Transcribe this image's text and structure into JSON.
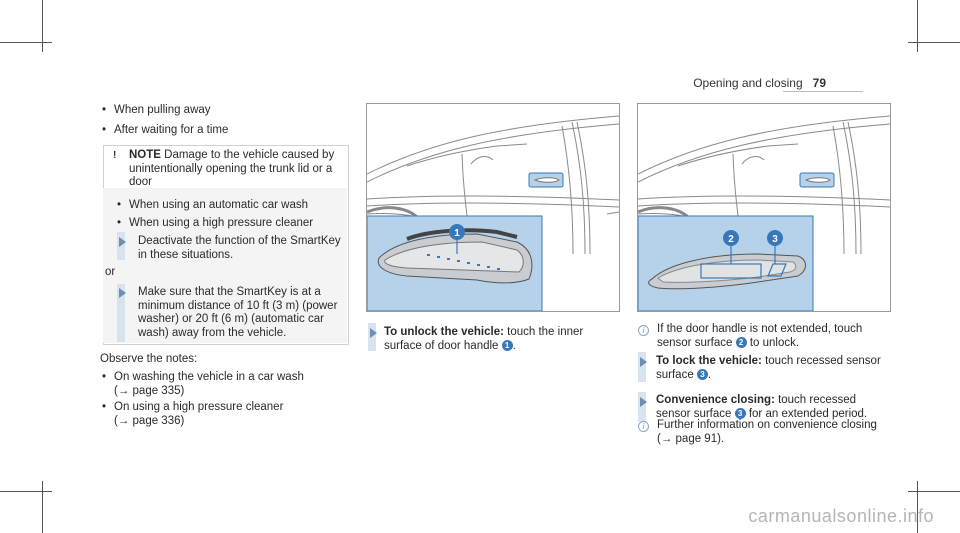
{
  "header": {
    "section": "Opening and closing",
    "page": "79"
  },
  "left": {
    "bullets_top": [
      "When pulling away",
      "After waiting for a time"
    ],
    "note": {
      "label": "NOTE",
      "text": "Damage to the vehicle caused by unintentionally opening the trunk lid or a door",
      "bullets": [
        "When using an automatic car wash",
        "When using a high pressure cleaner"
      ],
      "step1": "Deactivate the function of the SmartKey in these situations.",
      "or": "or",
      "step2": "Make sure that the SmartKey is at a minimum distance of 10 ft (3 m) (power washer) or 20 ft (6 m) (automatic car wash) away from the vehicle."
    },
    "observe": "Observe the notes:",
    "bullets_bottom": [
      {
        "text": "On washing the vehicle in a car wash",
        "ref": "(→ page 335)"
      },
      {
        "text": "On using a high pressure cleaner",
        "ref": "(→ page 336)"
      }
    ]
  },
  "middle": {
    "unlock_bold": "To unlock the vehicle:",
    "unlock_text": "touch the inner surface of door handle",
    "callout1": "1"
  },
  "right": {
    "info1": "If the door handle is not extended, touch sensor surface",
    "info1_num": "2",
    "info1_tail": "to unlock.",
    "lock_bold": "To lock the vehicle:",
    "lock_text": "touch recessed sensor surface",
    "lock_num": "3",
    "conv_bold": "Convenience closing:",
    "conv_text": "touch recessed sensor surface",
    "conv_num": "3",
    "conv_tail": "for an extended period.",
    "info2": "Further information on convenience closing",
    "info2_ref": "(→ page 91).",
    "callout2": "2",
    "callout3": "3"
  },
  "watermark": "carmanualsonline.info",
  "colors": {
    "accent": "#3878b8",
    "panel": "#b6d2ea"
  }
}
